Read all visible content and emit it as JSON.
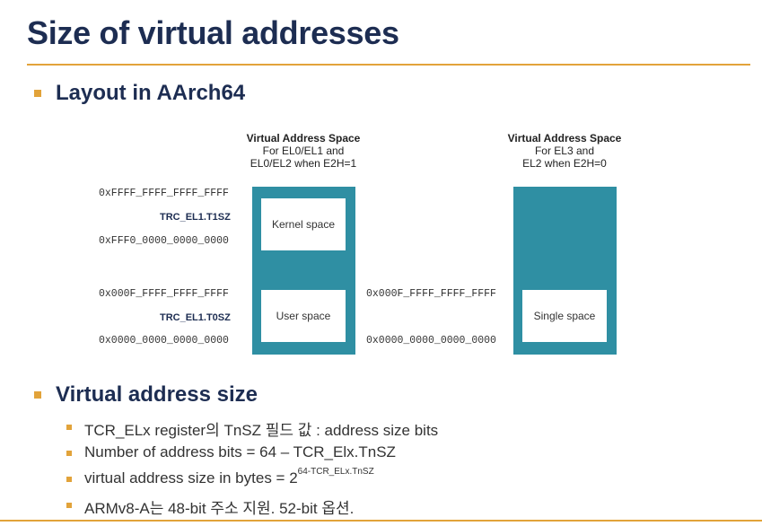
{
  "title": "Size of virtual addresses",
  "section1": {
    "heading": "Layout in AArch64"
  },
  "left_diagram": {
    "title_bold": "Virtual Address Space",
    "title_line2": "For EL0/EL1 and",
    "title_line3": "EL0/EL2 when E2H=1",
    "addr_top": "0xFFFF_FFFF_FFFF_FFFF",
    "reg_upper": "TRC_EL1.T1SZ",
    "addr_kernel_bottom": "0xFFF0_0000_0000_0000",
    "addr_user_top": "0x000F_FFFF_FFFF_FFFF",
    "reg_lower": "TRC_EL1.T0SZ",
    "addr_bottom": "0x0000_0000_0000_0000",
    "kernel_label": "Kernel space",
    "user_label": "User space"
  },
  "right_diagram": {
    "title_bold": "Virtual Address Space",
    "title_line2": "For EL3 and",
    "title_line3": "EL2 when E2H=0",
    "addr_top": "0x000F_FFFF_FFFF_FFFF",
    "addr_bottom": "0x0000_0000_0000_0000",
    "single_label": "Single space"
  },
  "section2": {
    "heading": "Virtual address size",
    "items": [
      {
        "text": "TCR_ELx register의 TnSZ 필드 값 : address size bits"
      },
      {
        "text": "Number of address bits = 64 – TCR_Elx.TnSZ"
      },
      {
        "text": "virtual address size in bytes = 2",
        "sup": "64-TCR_ELx.TnSZ"
      },
      {
        "text": "ARMv8-A는 48-bit 주소 지원. 52-bit 옵션."
      }
    ]
  },
  "colors": {
    "accent": "#e2a33a",
    "title": "#1d2d52",
    "block": "#2f8fa3"
  }
}
